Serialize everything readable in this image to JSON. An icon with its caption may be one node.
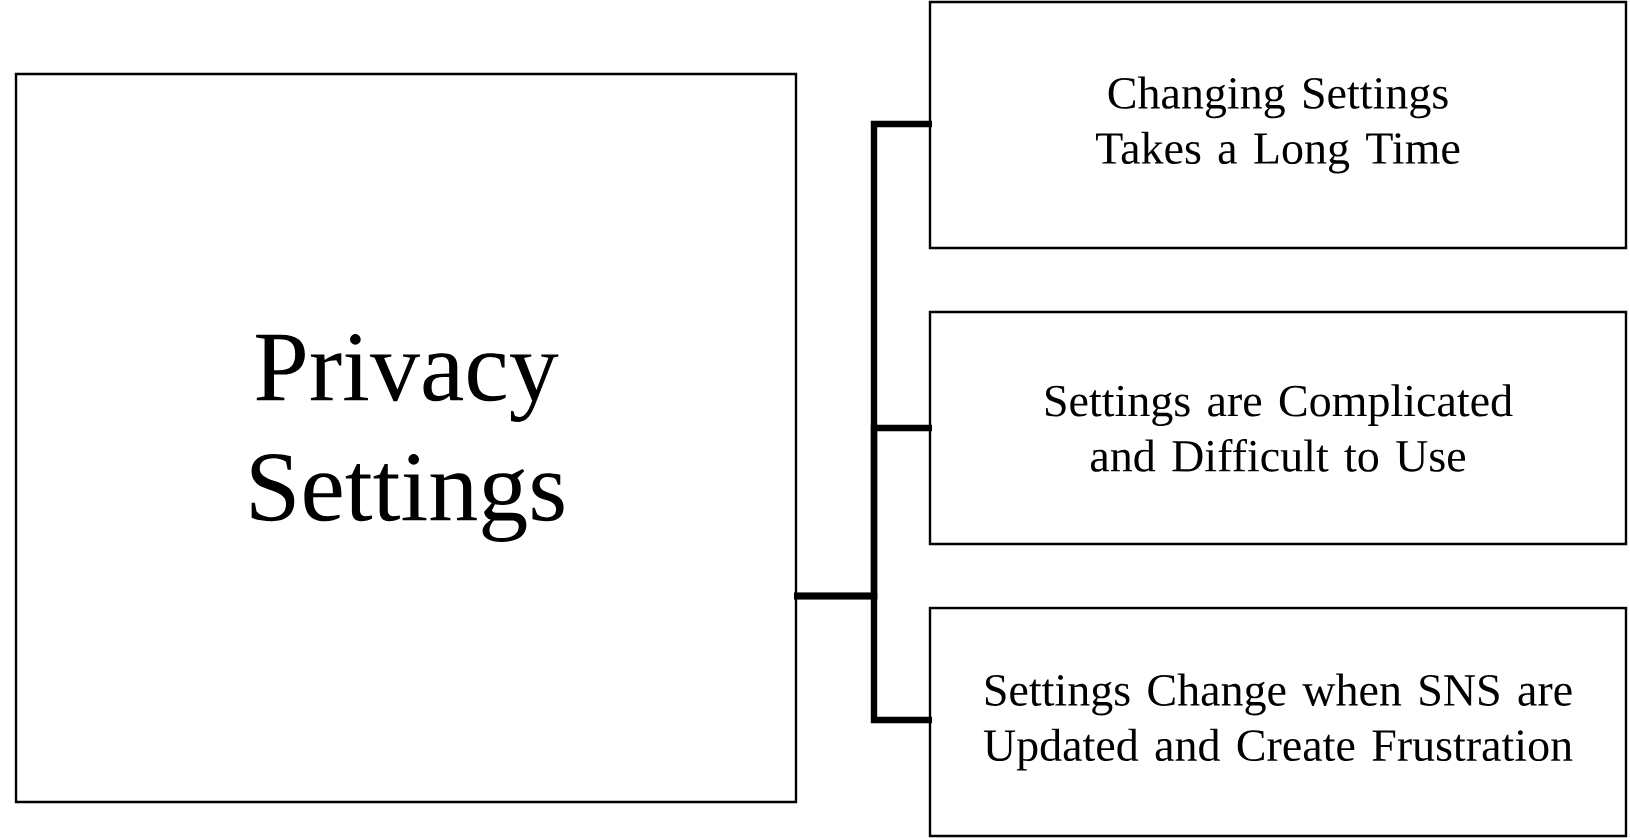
{
  "diagram": {
    "nodes": [
      {
        "text": [
          "Privacy Settings"
        ]
      },
      {
        "text": [
          "Changing Settings Takes a Long Time"
        ]
      },
      {
        "text": [
          "Settings are Complicated and Difficult to Use"
        ]
      },
      {
        "text": [
          "Settings Change when SNS are Updated and Create Frustration"
        ]
      }
    ],
    "edges": [
      {
        "from": 0,
        "to": 1,
        "arrow": "none"
      },
      {
        "from": 0,
        "to": 2,
        "arrow": "none"
      },
      {
        "from": 0,
        "to": 3,
        "arrow": "none"
      }
    ]
  }
}
